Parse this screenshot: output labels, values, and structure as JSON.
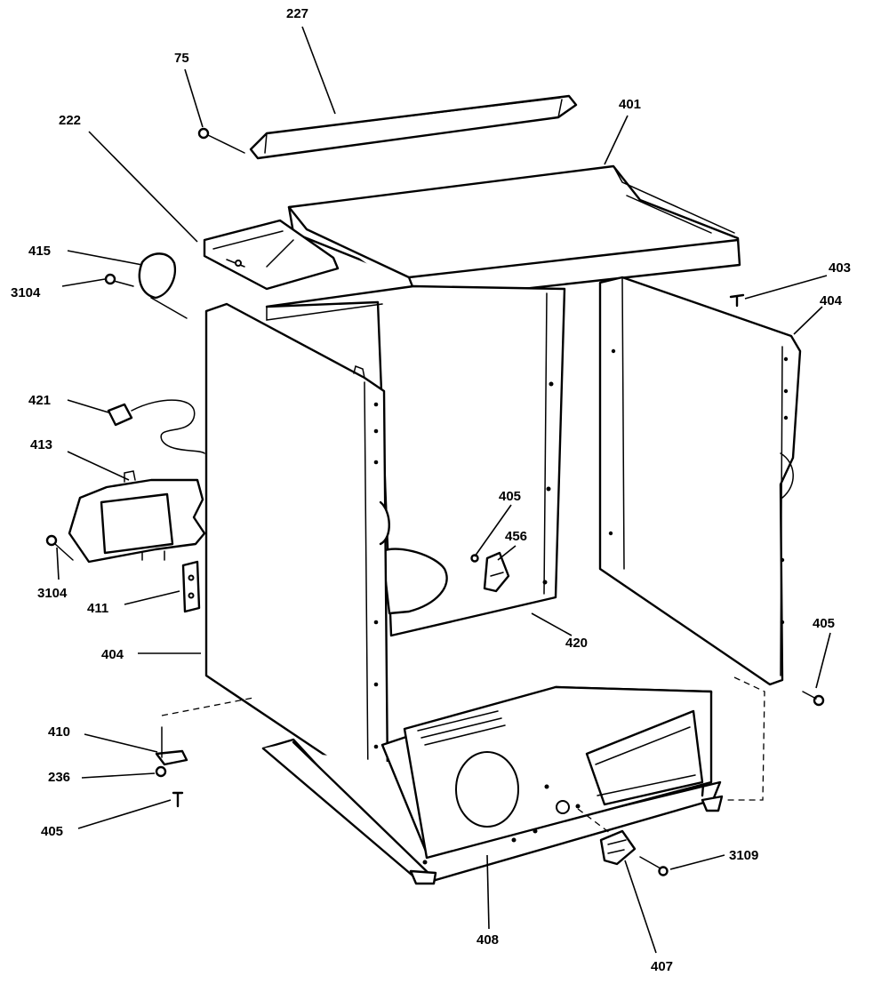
{
  "diagram": {
    "labels": {
      "p227": "227",
      "p75": "75",
      "p222": "222",
      "p401": "401",
      "p415": "415",
      "p3104a": "3104",
      "p403": "403",
      "p404a": "404",
      "p421": "421",
      "p413": "413",
      "p405a": "405",
      "p456": "456",
      "p3104b": "3104",
      "p411": "411",
      "p420": "420",
      "p404b": "404",
      "p405b": "405",
      "p410": "410",
      "p236": "236",
      "p405c": "405",
      "p3109": "3109",
      "p408": "408",
      "p407": "407"
    }
  }
}
